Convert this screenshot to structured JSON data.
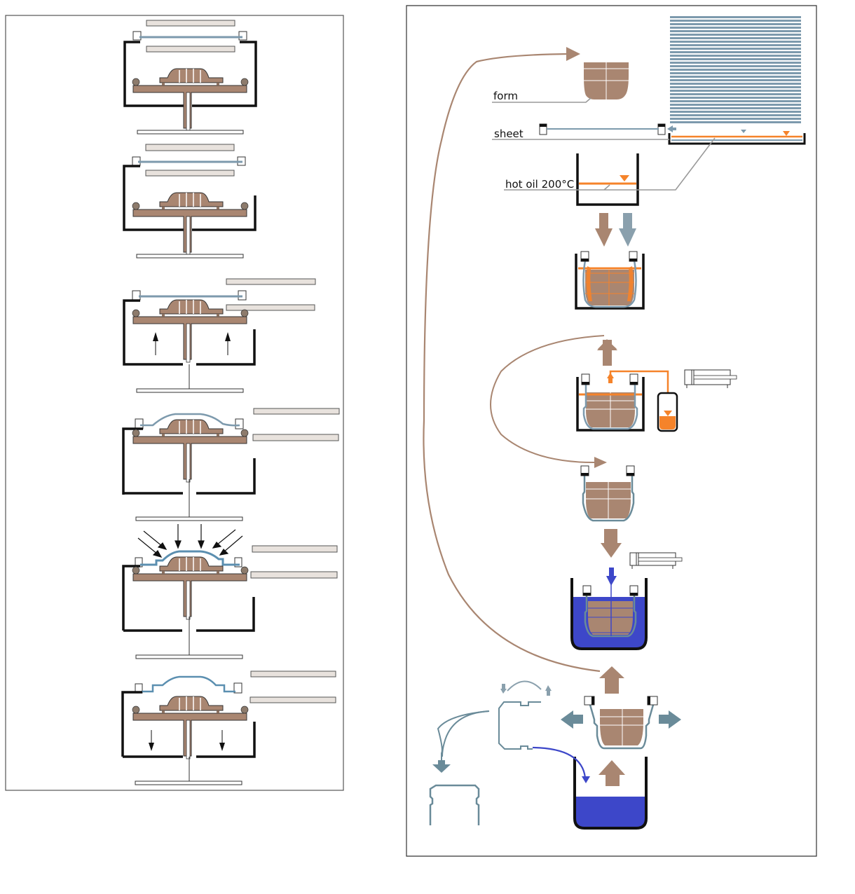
{
  "title": "Thermoforming process diagram (vacuum forming vs hot-oil forming)",
  "colors": {
    "form_brown": "#a98671",
    "sheet_blue": "#7d9aad",
    "sheet_dark": "#6a8b99",
    "oil_orange": "#f5832a",
    "water_blue": "#3d47c9",
    "frame_black": "#111111",
    "heater_fill": "#e8e2dd",
    "leader_gray": "#999999"
  },
  "left_panel": {
    "name": "vacuum-forming-sequence",
    "steps": [
      {
        "id": 1,
        "description": "sheet clamped between heaters above mold"
      },
      {
        "id": 2,
        "description": "heating, chamber side opens"
      },
      {
        "id": 3,
        "description": "mold table rises",
        "arrows": "up"
      },
      {
        "id": 4,
        "description": "mold presses into softened sheet"
      },
      {
        "id": 5,
        "description": "vacuum/pressure forming",
        "arrows": "converging"
      },
      {
        "id": 6,
        "description": "mold lowers, formed part released",
        "arrows": "down"
      }
    ]
  },
  "right_panel": {
    "name": "hot-oil-forming-cycle",
    "labels": {
      "form": "form",
      "sheet": "sheet",
      "hot_oil": "hot oil 200°C"
    },
    "stages": [
      {
        "id": "form-input",
        "description": "form returned into cycle"
      },
      {
        "id": "sheet-stack",
        "description": "stack of sheets with oil tray"
      },
      {
        "id": "oil-bath",
        "description": "hot oil bath"
      },
      {
        "id": "forming",
        "description": "form and sheet plunged into hot oil"
      },
      {
        "id": "drain",
        "description": "oil pumped back to reservoir"
      },
      {
        "id": "formed-part",
        "description": "form with shaped sheet"
      },
      {
        "id": "quench",
        "description": "cooling in water bath"
      },
      {
        "id": "eject",
        "description": "part ejected, form returns"
      },
      {
        "id": "trim",
        "description": "flange trimmed, final part"
      }
    ]
  }
}
